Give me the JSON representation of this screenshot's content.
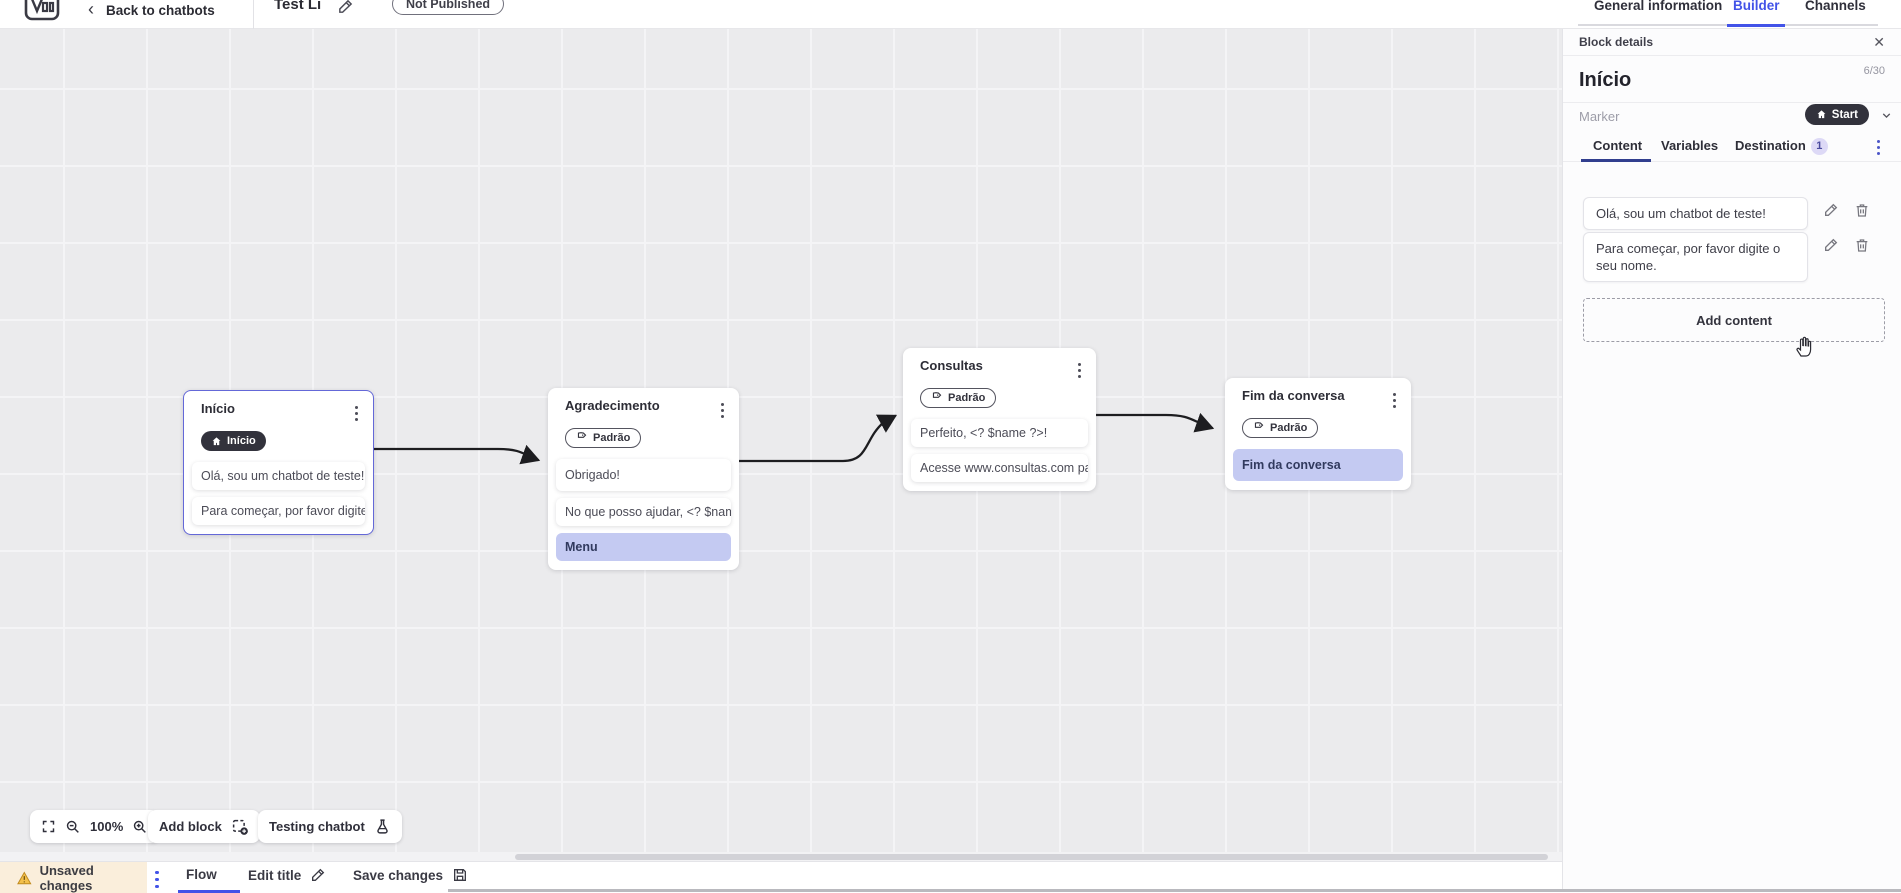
{
  "topbar": {
    "back_label": "Back to chatbots",
    "title": "Test Li",
    "status_badge": "Not Published",
    "tabs": [
      {
        "label": "General information"
      },
      {
        "label": "Builder"
      },
      {
        "label": "Channels"
      }
    ]
  },
  "panel": {
    "header": "Block details",
    "close_glyph": "✕",
    "block_name": "Início",
    "char_counter": "6/30",
    "marker_label": "Marker",
    "marker_value": "Start",
    "tabs": [
      {
        "label": "Content"
      },
      {
        "label": "Variables"
      },
      {
        "label": "Destination",
        "badge": "1"
      }
    ],
    "contents": [
      {
        "text": "Olá, sou um chatbot de teste!"
      },
      {
        "text": "Para começar, por favor digite o seu nome."
      }
    ],
    "add_content_label": "Add content"
  },
  "canvas": {
    "zoom_level": "100%",
    "add_block_label": "Add block",
    "testing_label": "Testing chatbot",
    "nodes": [
      {
        "title": "Início",
        "badge": "Início",
        "cards": [
          {
            "text": "Olá, sou um chatbot de teste!"
          },
          {
            "text": "Para começar, por favor digite o ..."
          }
        ]
      },
      {
        "title": "Agradecimento",
        "badge": "Padrão",
        "cards": [
          {
            "text": "Obrigado!"
          },
          {
            "text": "No que posso ajudar, <? $name ..."
          },
          {
            "text": "Menu"
          }
        ]
      },
      {
        "title": "Consultas",
        "badge": "Padrão",
        "cards": [
          {
            "text": "Perfeito, <? $name ?>!"
          },
          {
            "text": "Acesse www.consultas.com par..."
          }
        ]
      },
      {
        "title": "Fim da conversa",
        "badge": "Padrão",
        "cards": [
          {
            "text": "Fim da conversa"
          }
        ]
      }
    ]
  },
  "bottombar": {
    "unsaved_label": "Unsaved changes",
    "flow_label": "Flow",
    "edit_title_label": "Edit title",
    "save_label": "Save changes"
  },
  "colors": {
    "accent": "#4253e8",
    "dark_pill": "#32323c",
    "node_highlight": "#c4caf2",
    "selected_border": "#6468d8",
    "warning_bg": "#faeedb",
    "connector": "#1d1d20"
  }
}
